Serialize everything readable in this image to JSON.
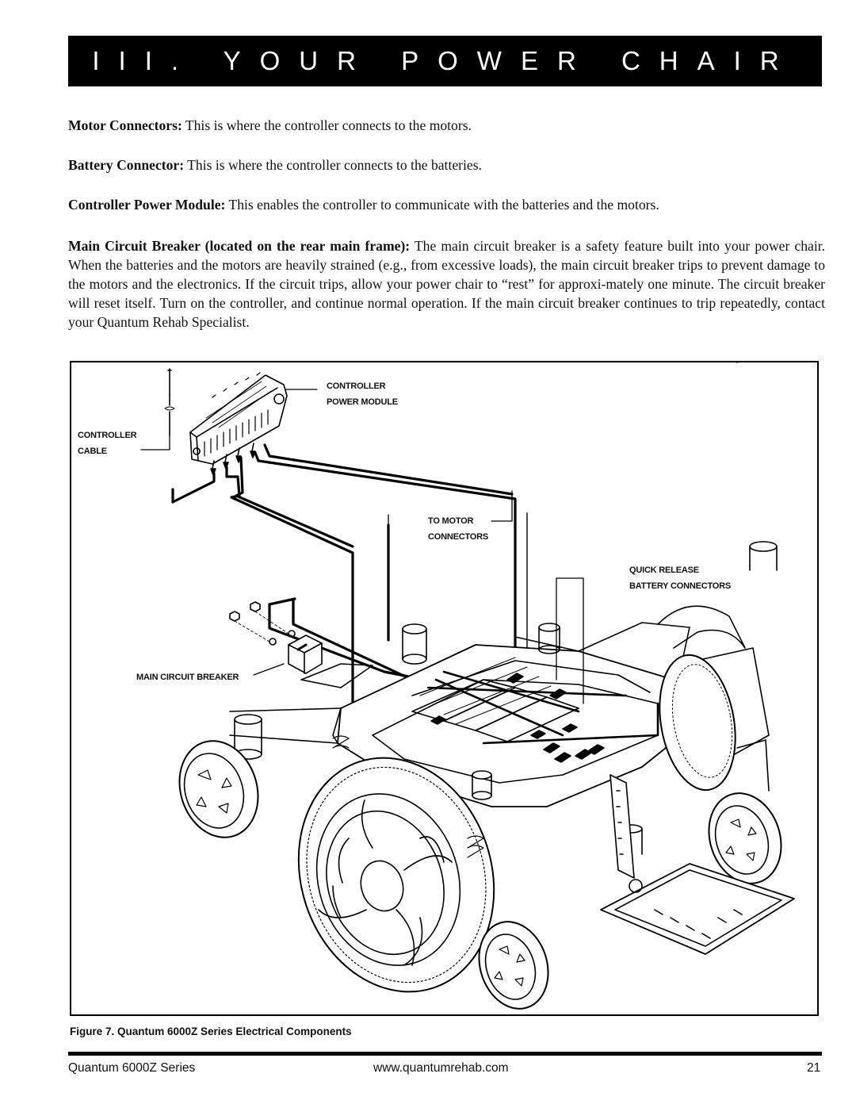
{
  "header": {
    "title": "III. YOUR POWER CHAIR"
  },
  "paragraphs": [
    {
      "term": "Motor Connectors:",
      "text": " This is where the controller connects to the motors."
    },
    {
      "term": "Battery Connector:",
      "text": " This is where the controller connects to the batteries."
    },
    {
      "term": "Controller Power Module:",
      "text": " This enables the controller to communicate with the batteries and the motors."
    },
    {
      "term": "Main Circuit Breaker (located on the rear main frame):",
      "text": " The main circuit breaker is a safety feature built into your power chair. When the batteries and the motors are heavily strained (e.g., from excessive loads), the main circuit breaker trips to prevent damage to the motors and the electronics. If the circuit trips, allow your power chair to “rest” for approxi-mately one minute. The circuit breaker will reset itself. Turn on the controller, and continue normal operation. If the main circuit breaker continues to trip repeatedly, contact your Quantum Rehab Specialist."
    }
  ],
  "figure": {
    "callouts": {
      "controller_power_module_1": "CONTROLLER",
      "controller_power_module_2": "POWER MODULE",
      "controller_cable_1": "CONTROLLER",
      "controller_cable_2": "CABLE",
      "motor_connectors_1": "TO  MOTOR",
      "motor_connectors_2": "CONNECTORS",
      "battery_connectors_1": "QUICK RELEASE",
      "battery_connectors_2": "BATTERY  CONNECTORS",
      "main_circuit_breaker": "MAIN CIRCUIT BREAKER"
    },
    "caption": "Figure 7. Quantum 6000Z Series Electrical Components"
  },
  "footer": {
    "series": "Quantum 6000Z Series",
    "website": "www.quantumrehab.com",
    "page_number": "21"
  }
}
